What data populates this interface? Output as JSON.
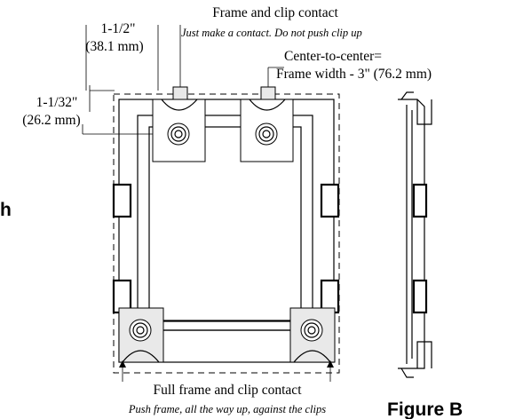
{
  "figure": {
    "caption": "Figure B",
    "cropped_left_text": "h"
  },
  "labels": {
    "top_contact_title": "Frame and clip contact",
    "top_contact_note": "Just make a contact. Do not push clip up",
    "center_to_center_line1": "Center-to-center=",
    "center_to_center_line2": "Frame width - 3\" (76.2 mm)",
    "dim_horizontal_imperial": "1-1/2\"",
    "dim_horizontal_metric": "(38.1 mm)",
    "dim_vertical_imperial": "1-1/32\"",
    "dim_vertical_metric": "(26.2 mm)",
    "bottom_contact_title": "Full frame and clip contact",
    "bottom_contact_note": "Push frame, all the way up, against the clips"
  }
}
